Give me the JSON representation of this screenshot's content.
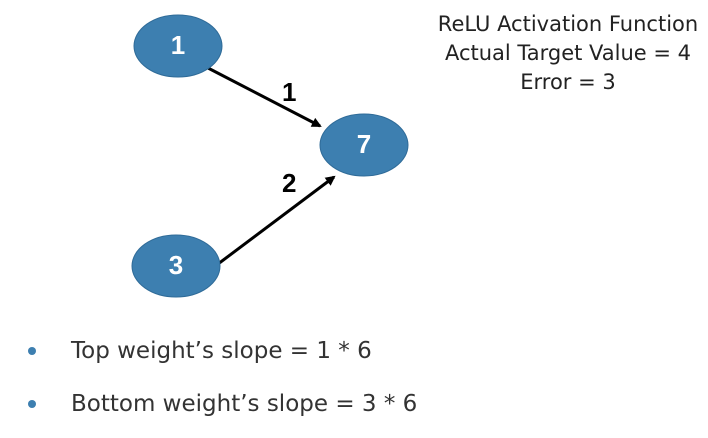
{
  "diagram": {
    "nodes": [
      {
        "id": "input-top",
        "label": "1"
      },
      {
        "id": "input-bottom",
        "label": "3"
      },
      {
        "id": "output",
        "label": "7"
      }
    ],
    "edges": [
      {
        "from": "input-top",
        "to": "output",
        "weight": "1"
      },
      {
        "from": "input-bottom",
        "to": "output",
        "weight": "2"
      }
    ],
    "colors": {
      "node_fill": "#3d7fb0",
      "node_text": "#ffffff",
      "arrow": "#000000",
      "bullet": "#3d7fb0"
    }
  },
  "info": {
    "activation": "ReLU Activation Function",
    "target": "Actual Target Value = 4",
    "error": "Error = 3"
  },
  "bullets": [
    "Top weight’s slope = 1 * 6",
    "Bottom weight’s slope = 3 * 6"
  ]
}
